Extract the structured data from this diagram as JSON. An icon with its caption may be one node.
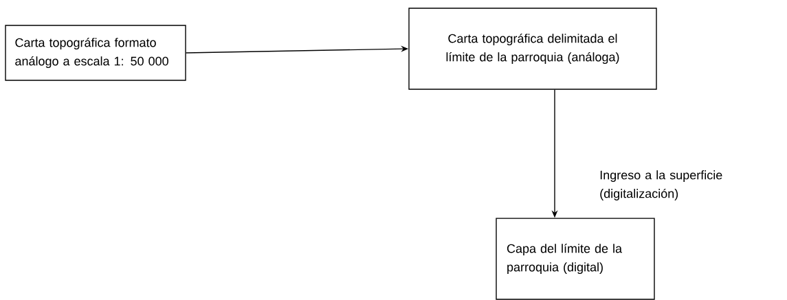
{
  "diagram": {
    "nodes": [
      {
        "text": [
          "Carta topográfica formato análogo a escala 1: 50 000"
        ]
      },
      {
        "text": [
          "Carta topográfica delimitada el límite de la parroquia (análoga)"
        ]
      },
      {
        "text": [
          "Capa del límite de la parroquia (digital)"
        ]
      }
    ],
    "edges": [
      {
        "from": 0,
        "to": 1,
        "arrow": "to"
      },
      {
        "from": 1,
        "to": 2,
        "arrow": "to",
        "label": "Ingreso a la superficie (digitalización)"
      }
    ]
  }
}
